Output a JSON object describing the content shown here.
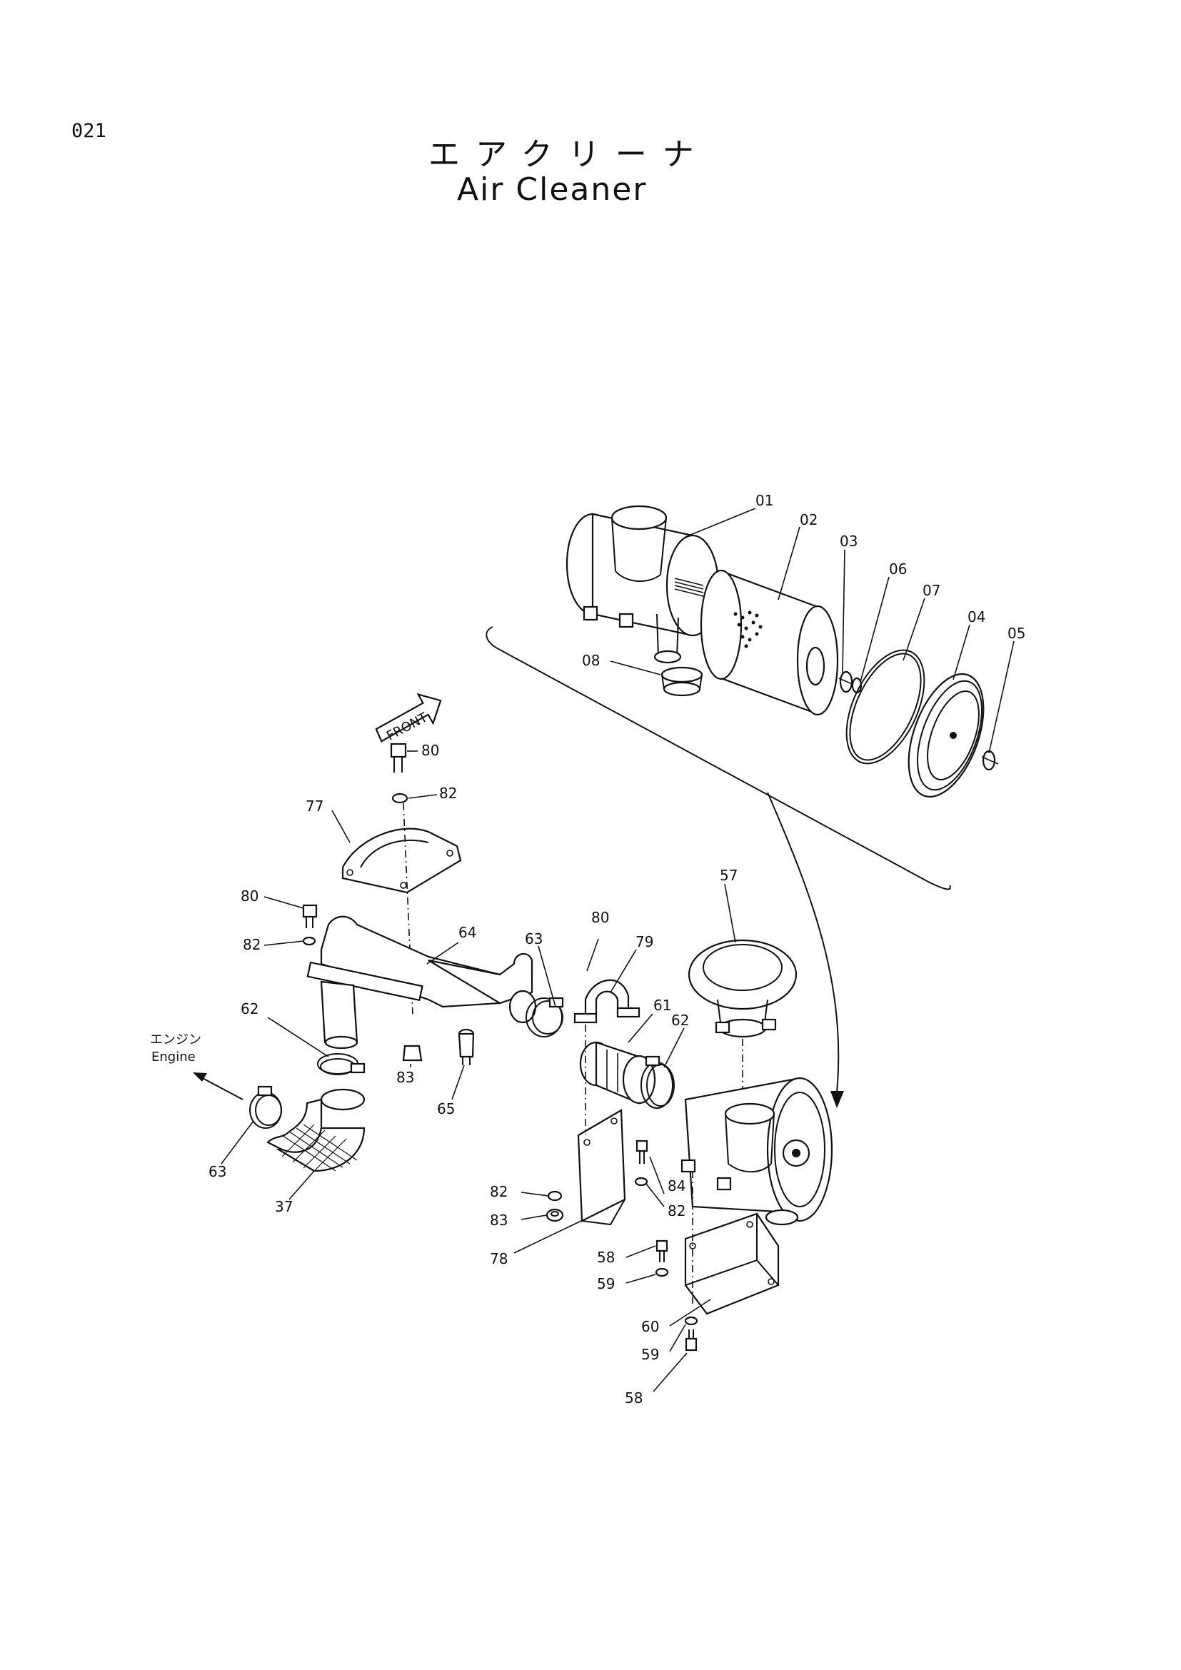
{
  "page": {
    "number": "021",
    "title_jp": "エアクリーナ",
    "title_en": "Air Cleaner"
  },
  "direction_labels": {
    "front": "FRONT",
    "engine_jp": "エンジン",
    "engine_en": "Engine"
  },
  "callouts": {
    "c01": "01",
    "c02": "02",
    "c03": "03",
    "c04": "04",
    "c05": "05",
    "c06": "06",
    "c07": "07",
    "c08": "08",
    "c37": "37",
    "c57": "57",
    "c58a": "58",
    "c58b": "58",
    "c59a": "59",
    "c59b": "59",
    "c60": "60",
    "c61": "61",
    "c62a": "62",
    "c62b": "62",
    "c63a": "63",
    "c63b": "63",
    "c64": "64",
    "c65": "65",
    "c77": "77",
    "c78": "78",
    "c79": "79",
    "c80a": "80",
    "c80b": "80",
    "c80c": "80",
    "c82a": "82",
    "c82b": "82",
    "c82c": "82",
    "c82d": "82",
    "c83a": "83",
    "c83b": "83",
    "c84": "84"
  }
}
